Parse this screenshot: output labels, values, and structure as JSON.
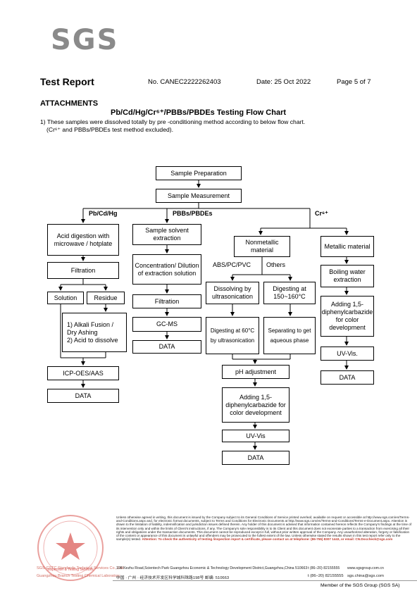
{
  "header": {
    "logo": "SGS",
    "title": "Test Report",
    "report_no": "No. CANEC2222262403",
    "date": "Date: 25 Oct 2022",
    "page": "Page 5 of 7"
  },
  "section": "ATTACHMENTS",
  "flow_title": "Pb/Cd/Hg/Cr⁶⁺/PBBs/PBDEs Testing Flow Chart",
  "note_line1": "1) These samples were dissolved totally by pre -conditioning method according to below flow chart.",
  "note_line2": "(Cr⁶⁺ and PBBs/PBDEs test method excluded).",
  "flow": {
    "sample_prep": "Sample Preparation",
    "sample_meas": "Sample Measurement",
    "branch_pb": "Pb/Cd/Hg",
    "branch_pbb": "PBBs/PBDEs",
    "branch_cr": "Cr⁶⁺",
    "acid_digestion": "Acid digestion with microwave / hotplate",
    "filtration1": "Filtration",
    "solution": "Solution",
    "residue": "Residue",
    "alkali_1": "1) Alkali Fusion / Dry Ashing",
    "alkali_2": "2) Acid to dissolve",
    "icp": "ICP-OES/AAS",
    "data1": "DATA",
    "solvent_extraction": "Sample solvent extraction",
    "concentration": "Concentration/ Dilution of extraction solution",
    "filtration2": "Filtration",
    "gcms": "GC-MS",
    "data2": "DATA",
    "nonmetallic": "Nonmetallic material",
    "abs_label": "ABS/PC/PVC",
    "others_label": "Others",
    "dissolving": "Dissolving by ultrasonication",
    "digesting": "Digesting at 150~160°C",
    "digesting60": "Digesting at 60°C by ultrasonication",
    "separating": "Separating to get aqueous phase",
    "ph": "pH adjustment",
    "adding_center": "Adding 1,5-diphenylcarbazide for color development",
    "uvvis_center": "UV-Vis",
    "data_center": "DATA",
    "metallic": "Metallic material",
    "boiling": "Boiling water extraction",
    "adding_right": "Adding 1,5-diphenylcarbazide for color development",
    "uvvis_right": "UV-Vis.",
    "data_right": "DATA"
  },
  "footer": {
    "disclaimer": "Unless otherwise agreed in writing, this document is issued by the Company subject to its General Conditions of Service printed overleaf, available on request or accessible at http://www.sgs.com/en/Terms-and-Conditions.aspx and, for electronic format documents, subject to Terms and Conditions for Electronic Documents at http://www.sgs.com/en/Terms-and-Conditions/Terms-e-Document.aspx. Attention is drawn to the limitation of liability, indemnification and jurisdiction issues defined therein. Any holder of this document is advised that information contained hereon reflects the Company's findings at the time of its intervention only and within the limits of Client's instructions, if any. The Company's sole responsibility is to its Client and this document does not exonerate parties to a transaction from exercising all their rights and obligations under the transaction documents. This document cannot be reproduced except in full, without prior written approval of the Company. Any unauthorized alteration, forgery or falsification of the content or appearance of this document is unlawful and offenders may be prosecuted to the fullest extent of the law. Unless otherwise stated the results shown in this test report refer only to the sample(s) tested.",
    "attention": "Attention: To check the authenticity of testing /inspection report & certificate, please contact us at telephone: (86-755) 8307 1443, or email: CN.Doccheck@sgs.com",
    "address_en": "198 Kezhu Road,Scientech Park Guangzhou Economic & Technology Development District,Guangzhou,China  510663",
    "address_cn": "中国 · 广州 · 经济技术开发区科学城科珠路198号      邮编: 510663",
    "tel1": "t (86–20) 82155555",
    "tel2": "t (86–20) 82155555",
    "web": "www.sgsgroup.com.cn",
    "email": "sgs.china@sgs.com",
    "seal_left1": "SGS-CSTC Standards Technical Services Co., Ltd.",
    "seal_left2": "Guangzhou Branch Testing Chemical Laboratory",
    "seal_text": "Inspection & Testing Services",
    "member": "Member of the SGS Group (SGS SA)"
  }
}
